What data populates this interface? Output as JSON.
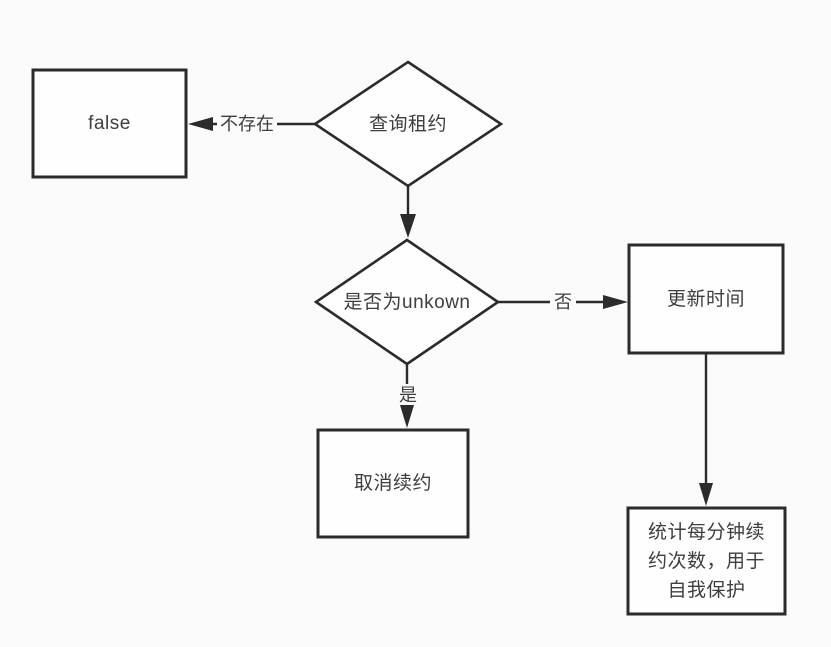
{
  "diagram": {
    "colors": {
      "bg": "#fbfbfb",
      "node_bg": "#fefefe",
      "stroke": "#2b2b2b",
      "text": "#3e3e3e"
    },
    "nodes": {
      "false_result": {
        "label": "false",
        "shape": "rect"
      },
      "query_lease": {
        "label": "查询租约",
        "shape": "diamond"
      },
      "is_unkown": {
        "label": "是否为unkown",
        "shape": "diamond"
      },
      "update_time": {
        "label": "更新时间",
        "shape": "rect"
      },
      "cancel_renewal": {
        "label": "取消续约",
        "shape": "rect"
      },
      "count_renewals": {
        "label": "统计每分钟续约次数，用于自我保护",
        "shape": "rect"
      }
    },
    "edges": {
      "not_exists": {
        "label": "不存在",
        "from": "query_lease",
        "to": "false_result"
      },
      "lease_found": {
        "label": "",
        "from": "query_lease",
        "to": "is_unkown"
      },
      "no": {
        "label": "否",
        "from": "is_unkown",
        "to": "update_time"
      },
      "yes": {
        "label": "是",
        "from": "is_unkown",
        "to": "cancel_renewal"
      },
      "after_update": {
        "label": "",
        "from": "update_time",
        "to": "count_renewals"
      }
    }
  }
}
